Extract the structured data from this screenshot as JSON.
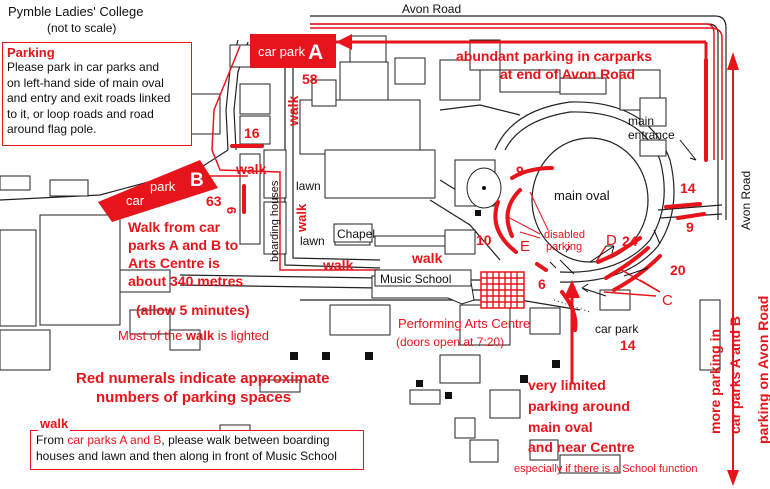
{
  "header": {
    "title": "Pymble Ladies' College",
    "subtitle": "(not to scale)"
  },
  "parking_box": {
    "heading": "Parking",
    "lines": [
      "Please park in car parks and",
      "on left-hand side of main oval",
      "and entry and exit roads linked",
      "to it, or loop roads and road",
      "around flag pole."
    ]
  },
  "walk_box": {
    "heading": "walk",
    "line1_prefix": "From ",
    "line1_highlight": "car parks A and B",
    "line1_suffix": ", please walk between boarding",
    "line2": "houses and lawn and then along in front of Music School"
  },
  "roads": {
    "avon_top": "Avon Road",
    "avon_right": "Avon Road"
  },
  "car_park_a": {
    "text": "car park",
    "letter": "A"
  },
  "car_park_b": {
    "car": "car",
    "park": "park",
    "letter": "B"
  },
  "car_park_c": {
    "text": "car park",
    "letter": "C"
  },
  "zone_letters": {
    "d": "D",
    "e": "E"
  },
  "places": {
    "main_entrance_1": "main",
    "main_entrance_2": "entrance",
    "main_oval": "main oval",
    "lawn_top": "lawn",
    "lawn_bottom": "lawn",
    "chapel": "Chapel",
    "music_school": "Music School",
    "boarding_houses": "boarding houses",
    "disabled_1": "disabled",
    "disabled_2": "parking"
  },
  "parking_counts": {
    "near_a": "58",
    "left_16": "16",
    "car_park_b": "63",
    "b_side": "9",
    "oval_9": "9",
    "oval_10": "10",
    "centre_6": "6",
    "d_24": "24",
    "c_20": "20",
    "entrance_14": "14",
    "entrance_9": "9",
    "car_park_14": "14"
  },
  "walk_labels": {
    "vertical": "walk",
    "horizontal_1": "walk",
    "side": "walk",
    "music": "walk",
    "bottom": "walk"
  },
  "annotations": {
    "abundant_1": "abundant parking in carparks",
    "abundant_2": "at end of Avon Road",
    "walk_from_1": "Walk from car",
    "walk_from_2": "parks A and B to",
    "walk_from_3": "Arts Centre is",
    "walk_from_4": "about 340 metres",
    "allow": "(allow 5 minutes)",
    "lighted_prefix": "Most of the ",
    "lighted_walk": "walk",
    "lighted_suffix": " is lighted",
    "pac": "Performing Arts Centre",
    "doors": "(doors open at 7:20)",
    "red_num_1": "Red numerals indicate approximate",
    "red_num_2": "numbers of parking spaces",
    "limited_1": "very limited",
    "limited_2": "parking around",
    "limited_3": "main oval",
    "limited_4": "and near Centre",
    "function": "especially if there is a School function",
    "more_1": "more parking in",
    "more_2": "car parks A and B",
    "parking_on_avon": "parking on Avon Road"
  },
  "colors": {
    "accent": "#e8141c",
    "ink": "#111111",
    "background": "#ffffff"
  }
}
